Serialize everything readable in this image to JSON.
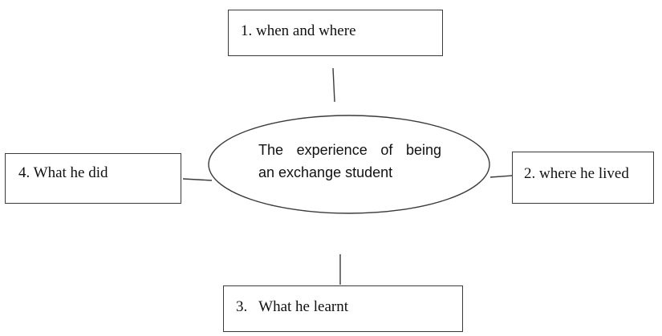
{
  "diagram": {
    "center": {
      "line1_words": [
        "The",
        "experience",
        "of",
        "being"
      ],
      "line2": "an exchange student"
    },
    "nodes": {
      "top": {
        "label": "1. when and where"
      },
      "right": {
        "label": "2. where he lived"
      },
      "bottom": {
        "label": "3.   What he learnt"
      },
      "left": {
        "label": "4. What he did"
      }
    }
  }
}
